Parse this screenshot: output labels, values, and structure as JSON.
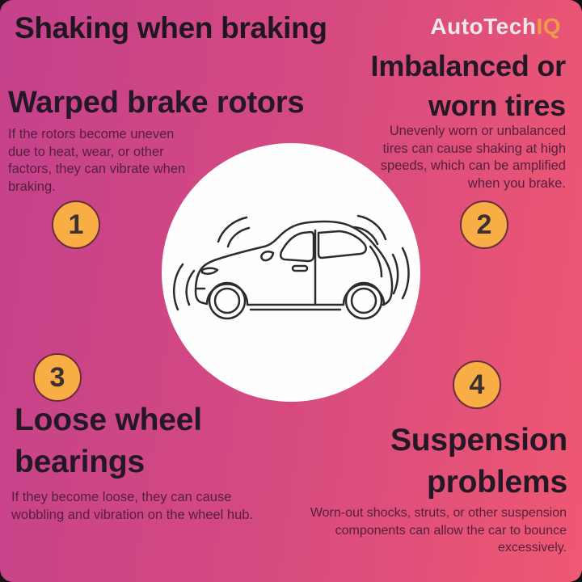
{
  "header": {
    "title": "Shaking when braking",
    "logo_main": "AutoTech",
    "logo_accent": "IQ"
  },
  "center": {
    "illustration": "shaking-car"
  },
  "sections": [
    {
      "number": "1",
      "heading": "Warped brake rotors",
      "description": "If the rotors become uneven\ndue to heat, wear, or other\nfactors, they can vibrate when\nbraking."
    },
    {
      "number": "2",
      "heading": "Imbalanced or\nworn tires",
      "description": "Unevenly worn or unbalanced\ntires can cause shaking at high\nspeeds, which can be amplified\nwhen you brake."
    },
    {
      "number": "3",
      "heading": "Loose wheel\nbearings",
      "description": "If they become loose, they can cause\nwobbling and vibration on the wheel hub."
    },
    {
      "number": "4",
      "heading": "Suspension\nproblems",
      "description": "Worn-out shocks, struts, or other suspension\ncomponents can allow the car to bounce\nexcessively."
    }
  ],
  "colors": {
    "background_gradient_start": "#c4418c",
    "background_gradient_end": "#ef5872",
    "badge_fill": "#f9ad45",
    "badge_border": "#6e2d3c",
    "badge_number": "#3a3130",
    "heading_text": "#241826",
    "body_text": "#541f3c",
    "title_text": "#1f1620",
    "logo_main": "#f2e8eb",
    "logo_accent": "#f09a4a",
    "circle_fill": "#fefefe",
    "car_line": "#2c2c2c"
  }
}
